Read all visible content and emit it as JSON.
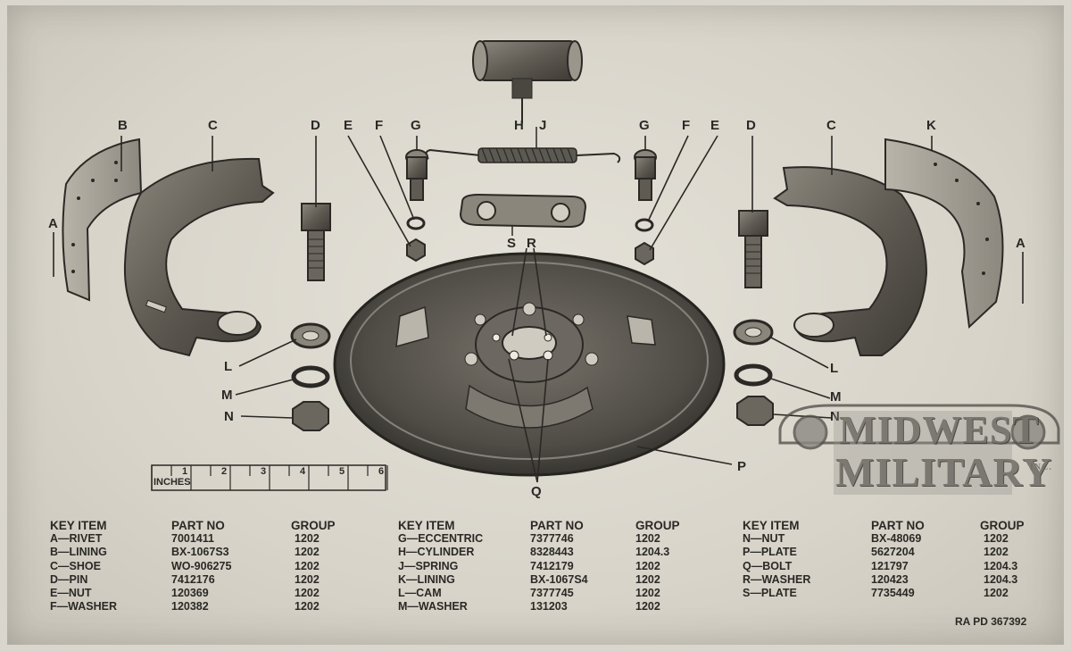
{
  "callouts": {
    "left": [
      "A",
      "B",
      "C",
      "D",
      "E",
      "F",
      "G",
      "L",
      "M",
      "N"
    ],
    "center": [
      "H",
      "J",
      "S",
      "R",
      "P",
      "Q"
    ],
    "right": [
      "G",
      "F",
      "E",
      "D",
      "C",
      "K",
      "A",
      "L",
      "M",
      "N"
    ]
  },
  "ruler": {
    "label": "INCHES",
    "ticks": [
      "1",
      "2",
      "3",
      "4",
      "5",
      "6"
    ]
  },
  "key_headers": {
    "item": "KEY ITEM",
    "part": "PART NO",
    "group": "GROUP"
  },
  "key_columns": [
    [
      {
        "item": "A—RIVET",
        "part": "7001411",
        "group": "1202"
      },
      {
        "item": "B—LINING",
        "part": "BX-1067S3",
        "group": "1202"
      },
      {
        "item": "C—SHOE",
        "part": "WO-906275",
        "group": "1202"
      },
      {
        "item": "D—PIN",
        "part": "7412176",
        "group": "1202"
      },
      {
        "item": "E—NUT",
        "part": "120369",
        "group": "1202"
      },
      {
        "item": "F—WASHER",
        "part": "120382",
        "group": "1202"
      }
    ],
    [
      {
        "item": "G—ECCENTRIC",
        "part": "7377746",
        "group": "1202"
      },
      {
        "item": "H—CYLINDER",
        "part": "8328443",
        "group": "1204.3"
      },
      {
        "item": "J—SPRING",
        "part": "7412179",
        "group": "1202"
      },
      {
        "item": "K—LINING",
        "part": "BX-1067S4",
        "group": "1202"
      },
      {
        "item": "L—CAM",
        "part": "7377745",
        "group": "1202"
      },
      {
        "item": "M—WASHER",
        "part": "131203",
        "group": "1202"
      }
    ],
    [
      {
        "item": "N—NUT",
        "part": "BX-48069",
        "group": "1202"
      },
      {
        "item": "P—PLATE",
        "part": "5627204",
        "group": "1202"
      },
      {
        "item": "Q—BOLT",
        "part": "121797",
        "group": "1204.3"
      },
      {
        "item": "R—WASHER",
        "part": "120423",
        "group": "1204.3"
      },
      {
        "item": "S—PLATE",
        "part": "7735449",
        "group": "1202"
      }
    ]
  ],
  "reference": "RA PD 367392",
  "watermark": {
    "line1": "MIDWEST",
    "line2": "MILITARY",
    "suffix": "INC."
  }
}
